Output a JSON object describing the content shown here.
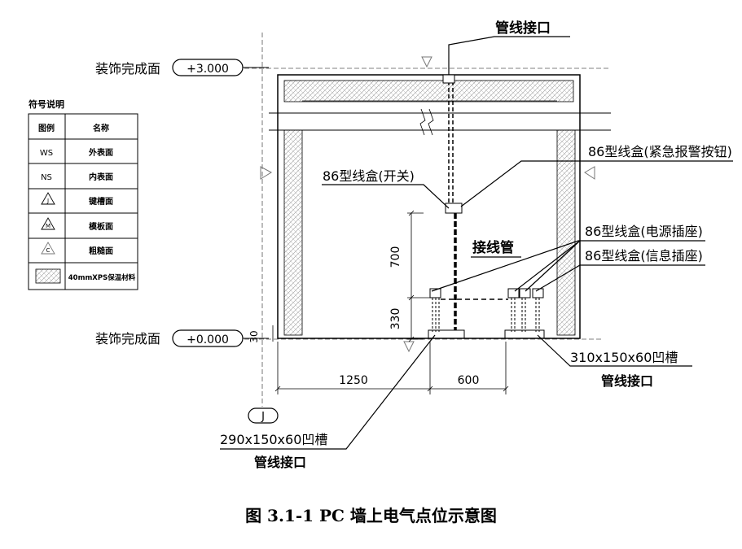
{
  "labels": {
    "top_callout": "管线接口",
    "elev_label_top": "装饰完成面",
    "elev_value_top": "+3.000",
    "elev_label_bottom": "装饰完成面",
    "elev_value_bottom": "+0.000",
    "box_switch": "86型线盒(开关)",
    "box_alarm": "86型线盒(紧急报警按钮)",
    "conduit": "接线管",
    "box_power": "86型线盒(电源插座)",
    "box_info": "86型线盒(信息插座)",
    "dim_700": "700",
    "dim_330": "330",
    "dim_30": "30",
    "dim_1250": "1250",
    "dim_600": "600",
    "grid_tag": "J",
    "groove_left": "290x150x60凹槽",
    "interface_left": "管线接口",
    "groove_right": "310x150x60凹槽",
    "interface_right": "管线接口"
  },
  "legend": {
    "title": "符号说明",
    "header_col1": "图例",
    "header_col2": "名称",
    "rows": [
      {
        "symbol": "WS",
        "name": "外表面"
      },
      {
        "symbol": "NS",
        "name": "内表面"
      },
      {
        "symbol": "J",
        "name": "键槽面"
      },
      {
        "symbol": "M",
        "name": "模板面"
      },
      {
        "symbol": "C",
        "name": "粗糙面"
      },
      {
        "symbol": "",
        "name": "40mmXPS保温材料"
      }
    ]
  },
  "caption": "图 3.1-1 PC 墙上电气点位示意图"
}
